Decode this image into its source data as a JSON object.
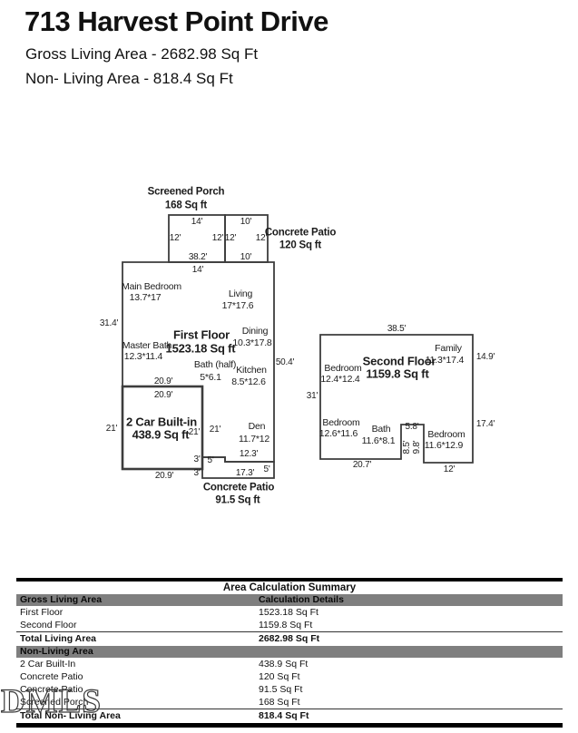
{
  "header": {
    "title": "713 Harvest Point Drive",
    "gross_line": "Gross Living Area - 2682.98 Sq Ft",
    "nonliving_line": "Non- Living Area - 818.4 Sq Ft"
  },
  "plan1": {
    "porch": {
      "title": "Screened Porch",
      "area": "168 Sq ft"
    },
    "patio_top": {
      "title": "Concrete Patio",
      "area": "120 Sq ft"
    },
    "floor": {
      "title": "First Floor",
      "area": "1523.18 Sq ft"
    },
    "garage": {
      "title": "2 Car Built-in",
      "area": "438.9 Sq ft"
    },
    "patio_bottom": {
      "title": "Concrete Patio",
      "area": "91.5 Sq ft"
    },
    "rooms": [
      {
        "name": "Main Bedroom",
        "size": "13.7*17"
      },
      {
        "name": "Living",
        "size": "17*17.6"
      },
      {
        "name": "Dining",
        "size": "10.3*17.8"
      },
      {
        "name": "Master Bath",
        "size": "12.3*11.4"
      },
      {
        "name": "Bath (half)",
        "size": "5*6.1"
      },
      {
        "name": "Kitchen",
        "size": "8.5*12.6"
      },
      {
        "name": "Den",
        "size": "11.7*12"
      }
    ],
    "dims": [
      "14'",
      "10'",
      "12'",
      "12'",
      "12'",
      "12'",
      "38.2'",
      "10'",
      "14'",
      "31.4'",
      "50.4'",
      "20.9'",
      "20.9'",
      "21'",
      "21'",
      "21'",
      "3'",
      "5'",
      "12.3'",
      "3'",
      "20.9'",
      "17.3'",
      "5'"
    ]
  },
  "plan2": {
    "floor": {
      "title": "Second Floor",
      "area": "1159.8 Sq ft"
    },
    "rooms": [
      {
        "name": "Family",
        "size": "11.3*17.4"
      },
      {
        "name": "Bedroom",
        "size": "12.4*12.4"
      },
      {
        "name": "Bedroom",
        "size": "12.6*11.6"
      },
      {
        "name": "Bath",
        "size": "11.6*8.1"
      },
      {
        "name": "Bedroom",
        "size": "11.6*12.9"
      }
    ],
    "dims": [
      "38.5'",
      "14.9'",
      "31'",
      "17.4'",
      "5.8'",
      "8.5'",
      "9.8'",
      "20.7'",
      "12'"
    ]
  },
  "table": {
    "title": "Area Calculation Summary",
    "living_header": "Gross Living Area",
    "details_header": "Calculation Details",
    "living_rows": [
      {
        "label": "First Floor",
        "value": "1523.18 Sq Ft"
      },
      {
        "label": "Second Floor",
        "value": "1159.8 Sq Ft"
      }
    ],
    "living_total": {
      "label": "Total Living Area",
      "value": "2682.98 Sq Ft"
    },
    "nonliving_header": "Non-Living Area",
    "nonliving_rows": [
      {
        "label": "2 Car Built-In",
        "value": "438.9 Sq Ft"
      },
      {
        "label": "Concrete Patio",
        "value": "120 Sq Ft"
      },
      {
        "label": "Concrete Patio",
        "value": "91.5 Sq Ft"
      },
      {
        "label": "Screened Porch",
        "value": "168 Sq Ft"
      }
    ],
    "nonliving_total": {
      "label": "Total Non- Living Area",
      "value": "818.4 Sq Ft"
    }
  },
  "watermark": "DMLS",
  "colors": {
    "line": "#3d3d3d",
    "gray_bar": "#7f7f7f",
    "text": "#111111"
  }
}
